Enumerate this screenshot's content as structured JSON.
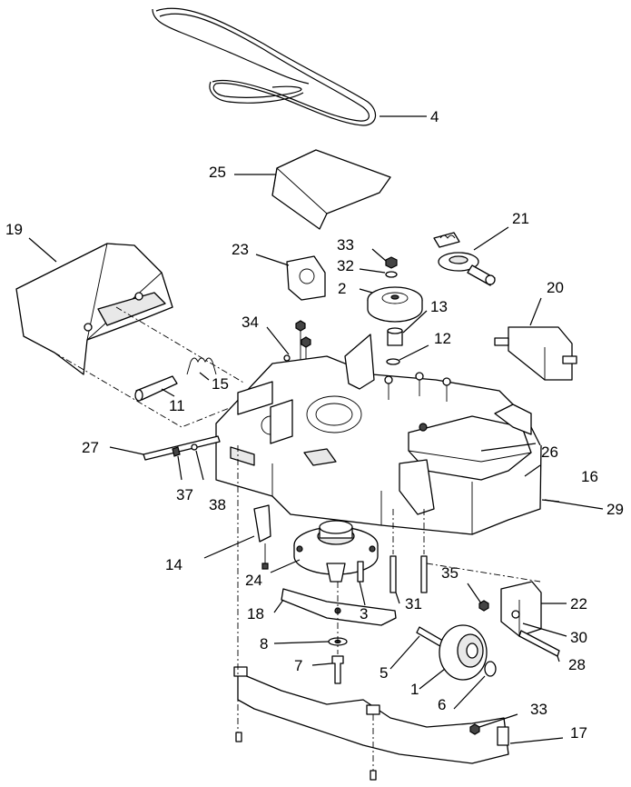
{
  "diagram": {
    "callouts": [
      {
        "id": "c4",
        "number": "4"
      },
      {
        "id": "c25",
        "number": "25"
      },
      {
        "id": "c19",
        "number": "19"
      },
      {
        "id": "c21",
        "number": "21"
      },
      {
        "id": "c23",
        "number": "23"
      },
      {
        "id": "c33a",
        "number": "33"
      },
      {
        "id": "c32",
        "number": "32"
      },
      {
        "id": "c2",
        "number": "2"
      },
      {
        "id": "c13",
        "number": "13"
      },
      {
        "id": "c20",
        "number": "20"
      },
      {
        "id": "c34",
        "number": "34"
      },
      {
        "id": "c12",
        "number": "12"
      },
      {
        "id": "c15",
        "number": "15"
      },
      {
        "id": "c11",
        "number": "11"
      },
      {
        "id": "c27",
        "number": "27"
      },
      {
        "id": "c37",
        "number": "37"
      },
      {
        "id": "c38",
        "number": "38"
      },
      {
        "id": "c26",
        "number": "26"
      },
      {
        "id": "c16",
        "number": "16"
      },
      {
        "id": "c29",
        "number": "29"
      },
      {
        "id": "c14",
        "number": "14"
      },
      {
        "id": "c24",
        "number": "24"
      },
      {
        "id": "c35",
        "number": "35"
      },
      {
        "id": "c22",
        "number": "22"
      },
      {
        "id": "c3",
        "number": "3"
      },
      {
        "id": "c31",
        "number": "31"
      },
      {
        "id": "c18",
        "number": "18"
      },
      {
        "id": "c30",
        "number": "30"
      },
      {
        "id": "c8",
        "number": "8"
      },
      {
        "id": "c28",
        "number": "28"
      },
      {
        "id": "c7",
        "number": "7"
      },
      {
        "id": "c5",
        "number": "5"
      },
      {
        "id": "c1",
        "number": "1"
      },
      {
        "id": "c6",
        "number": "6"
      },
      {
        "id": "c33b",
        "number": "33"
      },
      {
        "id": "c17",
        "number": "17"
      }
    ]
  }
}
